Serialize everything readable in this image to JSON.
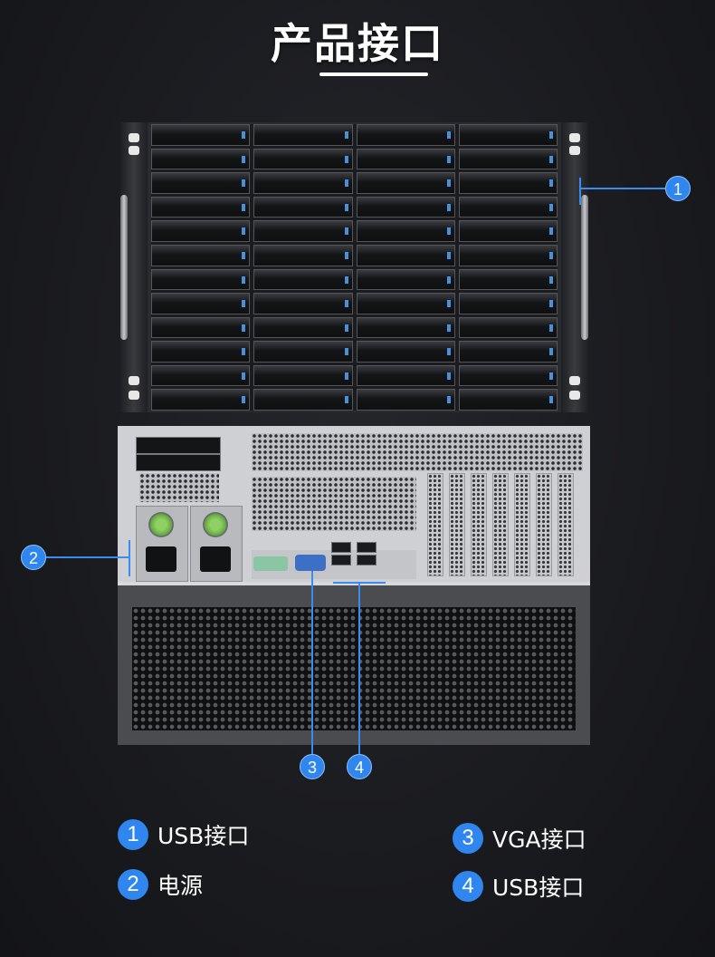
{
  "header": {
    "title": "产品接口"
  },
  "callouts": [
    {
      "number": "1"
    },
    {
      "number": "2"
    },
    {
      "number": "3"
    },
    {
      "number": "4"
    }
  ],
  "legend": [
    {
      "number": "1",
      "label": "USB接口"
    },
    {
      "number": "2",
      "label": "电源"
    },
    {
      "number": "3",
      "label": "VGA接口"
    },
    {
      "number": "4",
      "label": "USB接口"
    }
  ],
  "colors": {
    "background": "#16171b",
    "accent": "#2f86ee",
    "callout_line": "#3b8cf0",
    "title": "#ffffff"
  }
}
